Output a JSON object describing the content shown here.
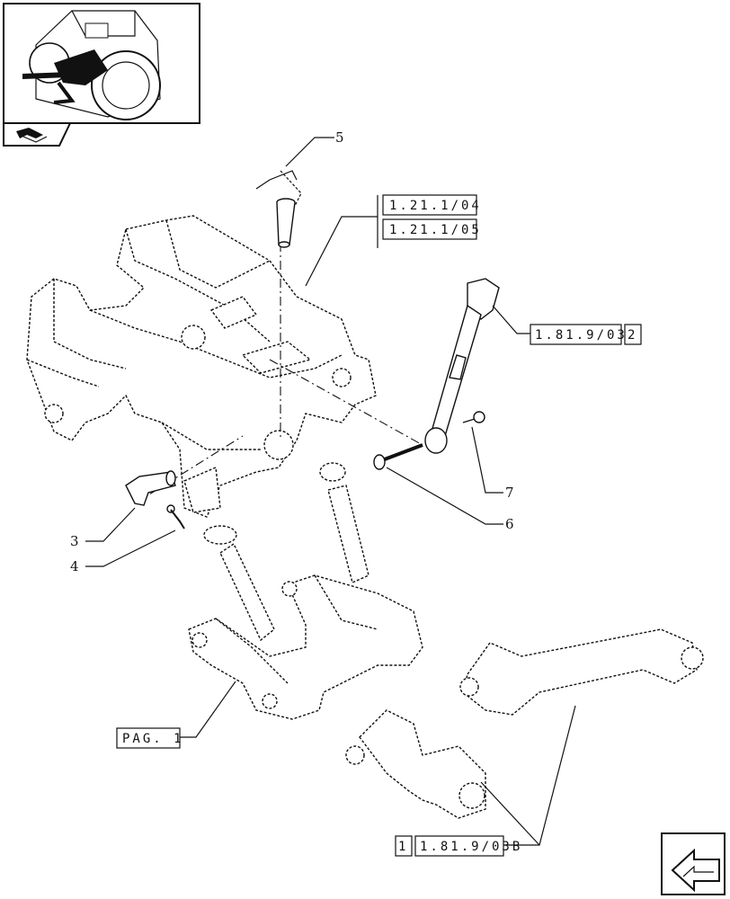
{
  "refs": {
    "r1": "1.21.1/04",
    "r2": "1.21.1/05",
    "r3": "1.81.9/03C",
    "r3_qty": "2",
    "r4": "1.81.9/03B",
    "r4_qty": "1",
    "pag": "PAG. 1"
  },
  "callouts": [
    "5",
    "3",
    "4",
    "6",
    "7"
  ],
  "icons": {
    "thumbnail": "tractor-thumbnail-icon",
    "section": "section-marker-icon",
    "nav": "next-page-arrow-icon"
  }
}
